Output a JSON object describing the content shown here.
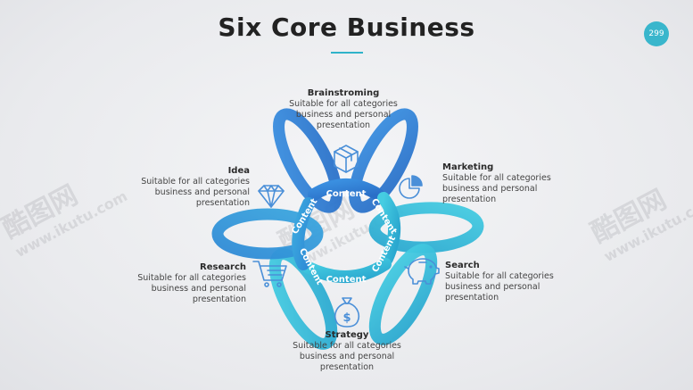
{
  "title": "Six Core Business",
  "page_number": "299",
  "watermark": {
    "logo": "酷图网",
    "url": "www.ikutu.com"
  },
  "center_label": "Content",
  "items": [
    {
      "title": "Brainstroming",
      "desc": [
        "Suitable for all categories",
        "business and personal",
        "presentation"
      ],
      "icon": "box-icon"
    },
    {
      "title": "Marketing",
      "desc": [
        "Suitable for all categories",
        "business and personal",
        "presentation"
      ],
      "icon": "pie-chart-icon"
    },
    {
      "title": "Search",
      "desc": [
        "Suitable for all categories",
        "business and personal",
        "presentation"
      ],
      "icon": "piggy-bank-icon"
    },
    {
      "title": "Strategy",
      "desc": [
        "Suitable for all categories",
        "business and personal",
        "presentation"
      ],
      "icon": "money-bag-icon"
    },
    {
      "title": "Research",
      "desc": [
        "Suitable for all categories",
        "business and personal",
        "presentation"
      ],
      "icon": "shopping-cart-icon"
    },
    {
      "title": "Idea",
      "desc": [
        "Suitable for all categories",
        "business and personal",
        "presentation"
      ],
      "icon": "diamond-icon"
    }
  ],
  "colors": {
    "petal_dark": "#2f7fd3",
    "petal_light": "#3cc3dc",
    "accent": "#2fb3c9",
    "icon": "#4a8fd8"
  }
}
